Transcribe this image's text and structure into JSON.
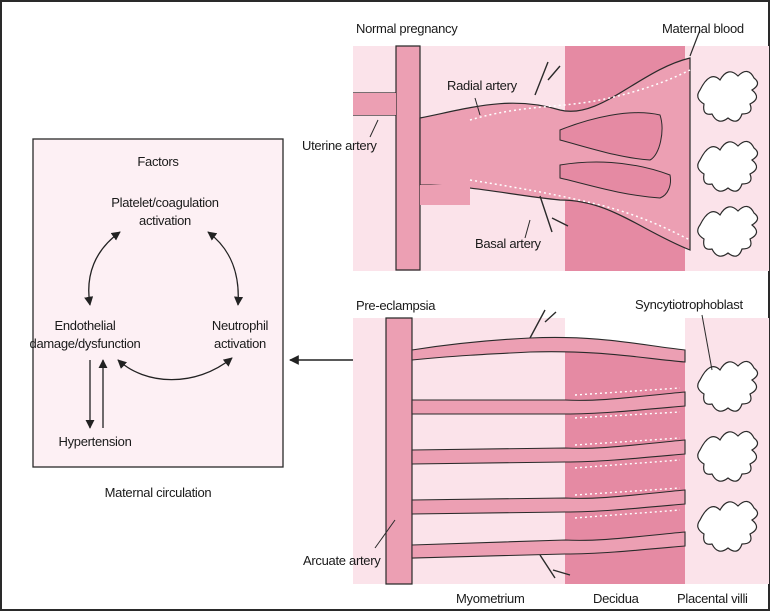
{
  "panels": {
    "normal_title": "Normal pregnancy",
    "preeclampsia_title": "Pre-eclampsia"
  },
  "labels": {
    "maternal_blood": "Maternal blood",
    "radial_artery": "Radial artery",
    "uterine_artery": "Uterine artery",
    "basal_artery": "Basal artery",
    "syncytiotrophoblast": "Syncytiotrophoblast",
    "arcuate_artery": "Arcuate artery"
  },
  "layers": {
    "myometrium": "Myometrium",
    "decidua": "Decidua",
    "placental_villi": "Placental villi"
  },
  "factors_box": {
    "title": "Factors",
    "platelet_line1": "Platelet/coagulation",
    "platelet_line2": "activation",
    "endothelial_line1": "Endothelial",
    "endothelial_line2": "damage/dysfunction",
    "neutrophil_line1": "Neutrophil",
    "neutrophil_line2": "activation",
    "hypertension": "Hypertension",
    "caption": "Maternal circulation"
  },
  "colors": {
    "tissue_light": "#fbe3ea",
    "tissue_mid": "#f2b9c8",
    "vessel": "#ec9fb3",
    "decidua": "#e58aa3",
    "outline": "#2a2a2a",
    "box_fill": "#fdf0f4"
  }
}
